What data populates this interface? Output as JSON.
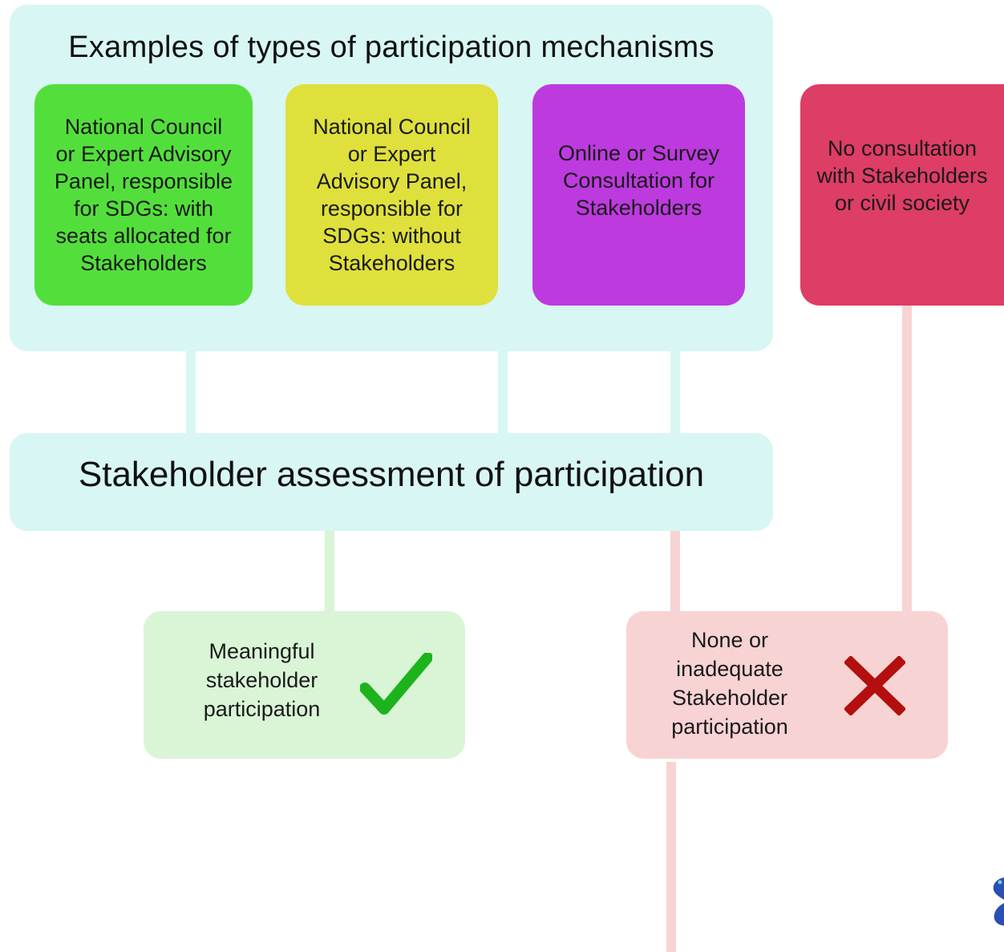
{
  "top_panel": {
    "title": "Examples of types of participation mechanisms",
    "mechanisms": [
      {
        "lines": [
          "National Council",
          "or Expert Advisory",
          "Panel, responsible",
          "for SDGs: with",
          "seats allocated for",
          "Stakeholders"
        ],
        "color": "#53df3b"
      },
      {
        "lines": [
          "National Council",
          "or Expert",
          "Advisory Panel,",
          "responsible for",
          "SDGs: without",
          "Stakeholders"
        ],
        "color": "#dfe03b"
      },
      {
        "lines": [
          "Online or Survey",
          "Consultation for",
          "Stakeholders"
        ],
        "color": "#bd3adf"
      }
    ]
  },
  "no_consultation": {
    "lines": [
      "No consultation",
      "with Stakeholders",
      "or civil society"
    ],
    "color": "#de3d65"
  },
  "assessment": {
    "title": "Stakeholder assessment of participation"
  },
  "outcomes": {
    "good": {
      "lines": [
        "Meaningful",
        "stakeholder",
        "participation"
      ],
      "icon": "check-icon",
      "icon_color": "#1db31d"
    },
    "bad": {
      "lines": [
        "None or",
        "inadequate",
        "Stakeholder",
        "participation"
      ],
      "icon": "cross-icon",
      "icon_color": "#b30f0f"
    }
  },
  "colors": {
    "panel": "#d8f6f3",
    "good_box": "#d9f5d6",
    "bad_box": "#f8d3d3"
  }
}
